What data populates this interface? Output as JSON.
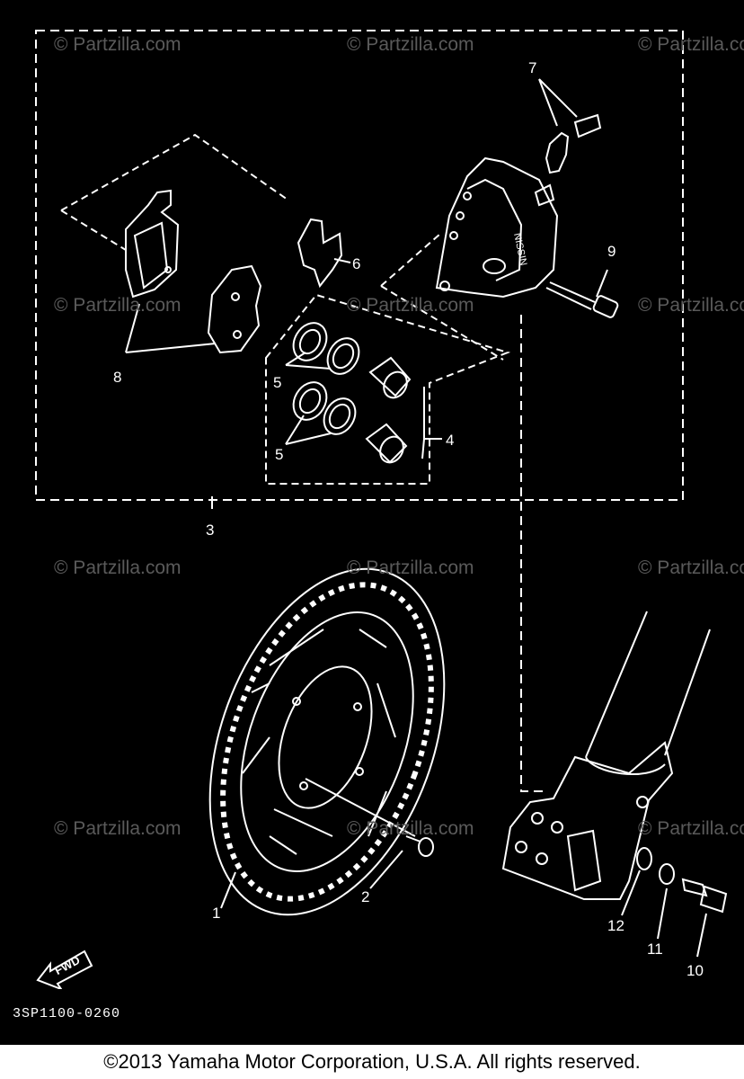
{
  "watermark": "© Partzilla.com",
  "callouts": {
    "c1": "1",
    "c2": "2",
    "c3": "3",
    "c4": "4",
    "c5a": "5",
    "c5b": "5",
    "c6": "6",
    "c7": "7",
    "c8": "8",
    "c9": "9",
    "c10": "10",
    "c11": "11",
    "c12": "12"
  },
  "fwd_label": "FWD",
  "caliper_brand": "NISSIN",
  "diagram_code": "3SP1100-0260",
  "copyright": "©2013 Yamaha Motor Corporation, U.S.A. All rights reserved.",
  "colors": {
    "background": "#000000",
    "lines": "#ffffff",
    "watermark": "#5a5a5a",
    "footer_bg": "#ffffff"
  }
}
